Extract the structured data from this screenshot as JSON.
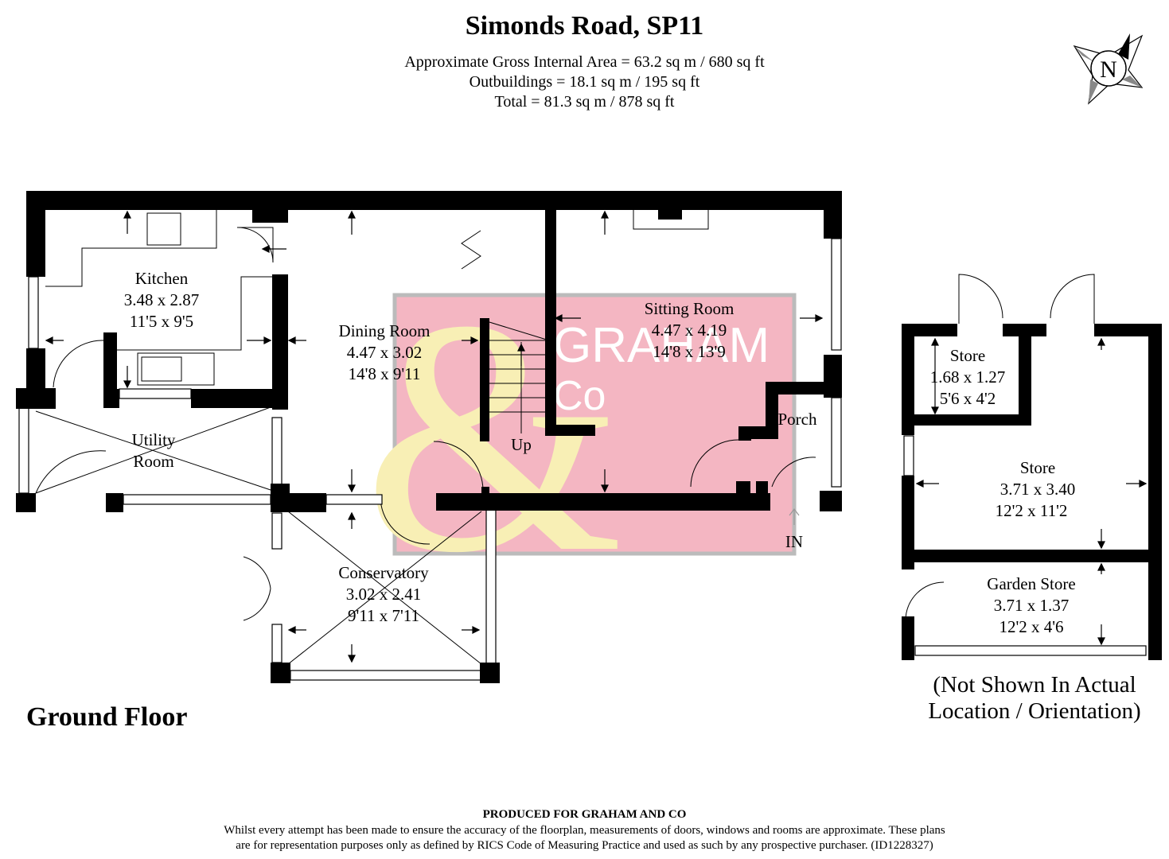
{
  "header": {
    "title": "Simonds Road, SP11",
    "area_lines": [
      "Approximate Gross Internal Area = 63.2 sq m / 680 sq ft",
      "Outbuildings = 18.1 sq m / 195 sq ft",
      "Total = 81.3 sq m / 878 sq ft"
    ]
  },
  "compass": {
    "label": "N"
  },
  "floor_label": "Ground Floor",
  "rooms": {
    "kitchen": [
      "Kitchen",
      "3.48 x 2.87",
      "11'5 x 9'5"
    ],
    "dining": [
      "Dining Room",
      "4.47 x 3.02",
      "14'8 x 9'11"
    ],
    "sitting": [
      "Sitting Room",
      "4.47 x 4.19",
      "14'8 x 13'9"
    ],
    "utility": [
      "Utility",
      "Room"
    ],
    "conservatory": [
      "Conservatory",
      "3.02 x 2.41",
      "9'11 x 7'11"
    ],
    "porch": "Porch",
    "stairs": "Up",
    "entrance": "IN",
    "store_small": [
      "Store",
      "1.68 x 1.27",
      "5'6 x 4'2"
    ],
    "store_large": [
      "Store",
      "3.71 x 3.40",
      "12'2 x 11'2"
    ],
    "garden_store": [
      "Garden Store",
      "3.71 x 1.37",
      "12'2 x 4'6"
    ]
  },
  "logo": {
    "text_line1": "GRAHAM",
    "text_line2": "Co"
  },
  "outbuildings_note": [
    "(Not Shown In Actual",
    "Location / Orientation)"
  ],
  "footer": {
    "heading": "PRODUCED FOR GRAHAM AND CO",
    "lines": [
      "Whilst every attempt has been made to ensure the accuracy of the floorplan, measurements of doors, windows and rooms are approximate. These plans",
      "are for representation purposes only as defined by RICS Code of Measuring Practice and used as such by any prospective purchaser. (ID1228327)"
    ]
  },
  "colors": {
    "wall": "#000000",
    "logo_bg": "#f4b6c2",
    "logo_amp": "#f8efb5",
    "logo_text": "#ffffff",
    "logo_border": "#bbbbbb"
  }
}
